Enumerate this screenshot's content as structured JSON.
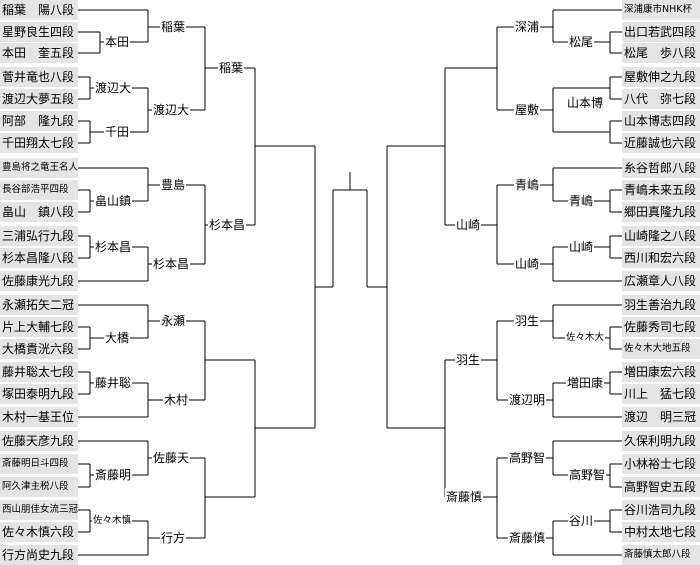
{
  "left": {
    "players": [
      "稲葉　陽八段",
      "星野良生四段",
      "本田　奎五段",
      "菅井竜也八段",
      "渡辺大夢五段",
      "阿部　隆九段",
      "千田翔太七段",
      "豊島将之竜王名人",
      "長谷部浩平四段",
      "畠山　鎮八段",
      "三浦弘行九段",
      "杉本昌隆八段",
      "佐藤康光九段",
      "永瀬拓矢二冠",
      "片上大輔七段",
      "大橋貴洸六段",
      "藤井聡太七段",
      "塚田泰明九段",
      "木村一基王位",
      "佐藤天彦九段",
      "斎藤明日斗四段",
      "阿久津主税八段",
      "西山朋佳女流三冠",
      "佐々木慎六段",
      "行方尚史九段"
    ],
    "round1": [
      "本田",
      "渡辺大",
      "千田",
      "畠山鎮",
      "杉本昌",
      "大橋",
      "藤井聡",
      "斎藤明",
      "佐々木慎"
    ],
    "round2": [
      "稲葉",
      "渡辺大",
      "豊島",
      "杉本昌",
      "永瀬",
      "木村",
      "佐藤天",
      "行方"
    ],
    "round3": [
      "稲葉",
      "杉本昌"
    ]
  },
  "right": {
    "players": [
      "深浦康市NHK杯",
      "出口若武四段",
      "松尾　歩八段",
      "屋敷伸之九段",
      "八代　弥七段",
      "山本博志四段",
      "近藤誠也六段",
      "糸谷哲郎八段",
      "青嶋未来五段",
      "郷田真隆九段",
      "山崎隆之八段",
      "西川和宏六段",
      "広瀬章人八段",
      "羽生善治九段",
      "佐藤秀司七段",
      "佐々木大地五段",
      "増田康宏六段",
      "川上　猛七段",
      "渡辺　明三冠",
      "久保利明九段",
      "小林裕士七段",
      "高野智史五段",
      "谷川浩司九段",
      "中村太地七段",
      "斎藤慎太郎八段"
    ],
    "round1": [
      "松尾",
      "山本博",
      "青嶋",
      "山崎",
      "佐々木大",
      "増田康",
      "高野智",
      "谷川"
    ],
    "round2": [
      "深浦",
      "屋敷",
      "青嶋",
      "山崎",
      "羽生",
      "渡辺明",
      "高野智",
      "斎藤慎"
    ],
    "round3": [
      "山崎",
      "斎藤慎"
    ],
    "round4": [
      "羽生"
    ]
  }
}
